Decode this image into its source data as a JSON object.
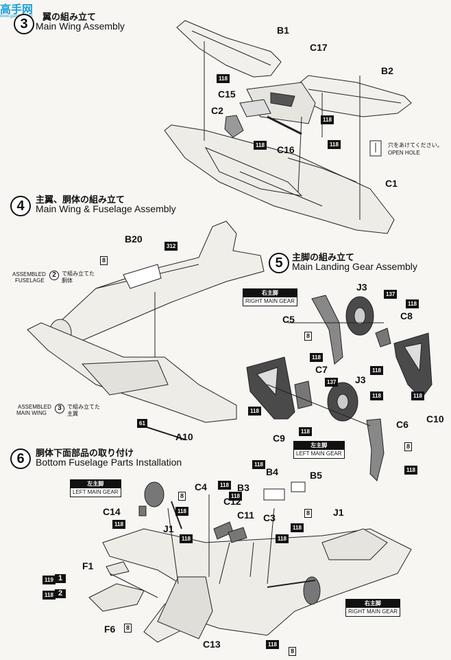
{
  "watermark": {
    "logo": "高手网",
    "url": "www.gaoshou.net"
  },
  "steps": {
    "s3": {
      "jp": "翼の組み立て",
      "en": "Main Wing Assembly"
    },
    "s4": {
      "number": "4",
      "jp": "主翼、胴体の組み立て",
      "en": "Main Wing & Fuselage Assembly"
    },
    "s5": {
      "number": "5",
      "jp": "主脚の組み立て",
      "en": "Main Landing Gear Assembly"
    },
    "s6": {
      "number": "6",
      "jp": "胴体下面部品の取り付け",
      "en": "Bottom Fuselage Parts Installation"
    }
  },
  "parts": {
    "B1": "B1",
    "B2": "B2",
    "C17": "C17",
    "C15": "C15",
    "C2": "C2",
    "C16": "C16",
    "C1": "C1",
    "B20": "B20",
    "A10": "A10",
    "J3a": "J3",
    "C5": "C5",
    "C8": "C8",
    "C7": "C7",
    "J3b": "J3",
    "C6": "C6",
    "C9": "C9",
    "C10": "C10",
    "B4": "B4",
    "B5": "B5",
    "C4": "C4",
    "C12": "C12",
    "B3": "B3",
    "C14": "C14",
    "J1a": "J1",
    "C11": "C11",
    "C3": "C3",
    "J1b": "J1",
    "F1": "F1",
    "F6": "F6",
    "C13": "C13"
  },
  "paint_codes": {
    "p118": "118",
    "p312": "312",
    "p8": "8",
    "p61": "61",
    "p137": "137",
    "p119": "119"
  },
  "hole_note": {
    "jp": "穴をあけてください。",
    "en": "OPEN HOLE"
  },
  "assembled_fuselage": {
    "en1": "ASSEMBLED",
    "en2": "FUSELAGE",
    "num": "2",
    "jp1": "で組み立てた",
    "jp2": "胴体"
  },
  "assembled_wing": {
    "en1": "ASSEMBLED",
    "en2": "MAIN WING",
    "num": "3",
    "jp1": "で組み立てた",
    "jp2": "主翼"
  },
  "gear_tags": {
    "right_jp": "右主脚",
    "right_en": "RIGHT MAIN GEAR",
    "left_jp": "左主脚",
    "left_en": "LEFT MAIN GEAR"
  },
  "option_marks": {
    "one": "1",
    "two": "2"
  }
}
